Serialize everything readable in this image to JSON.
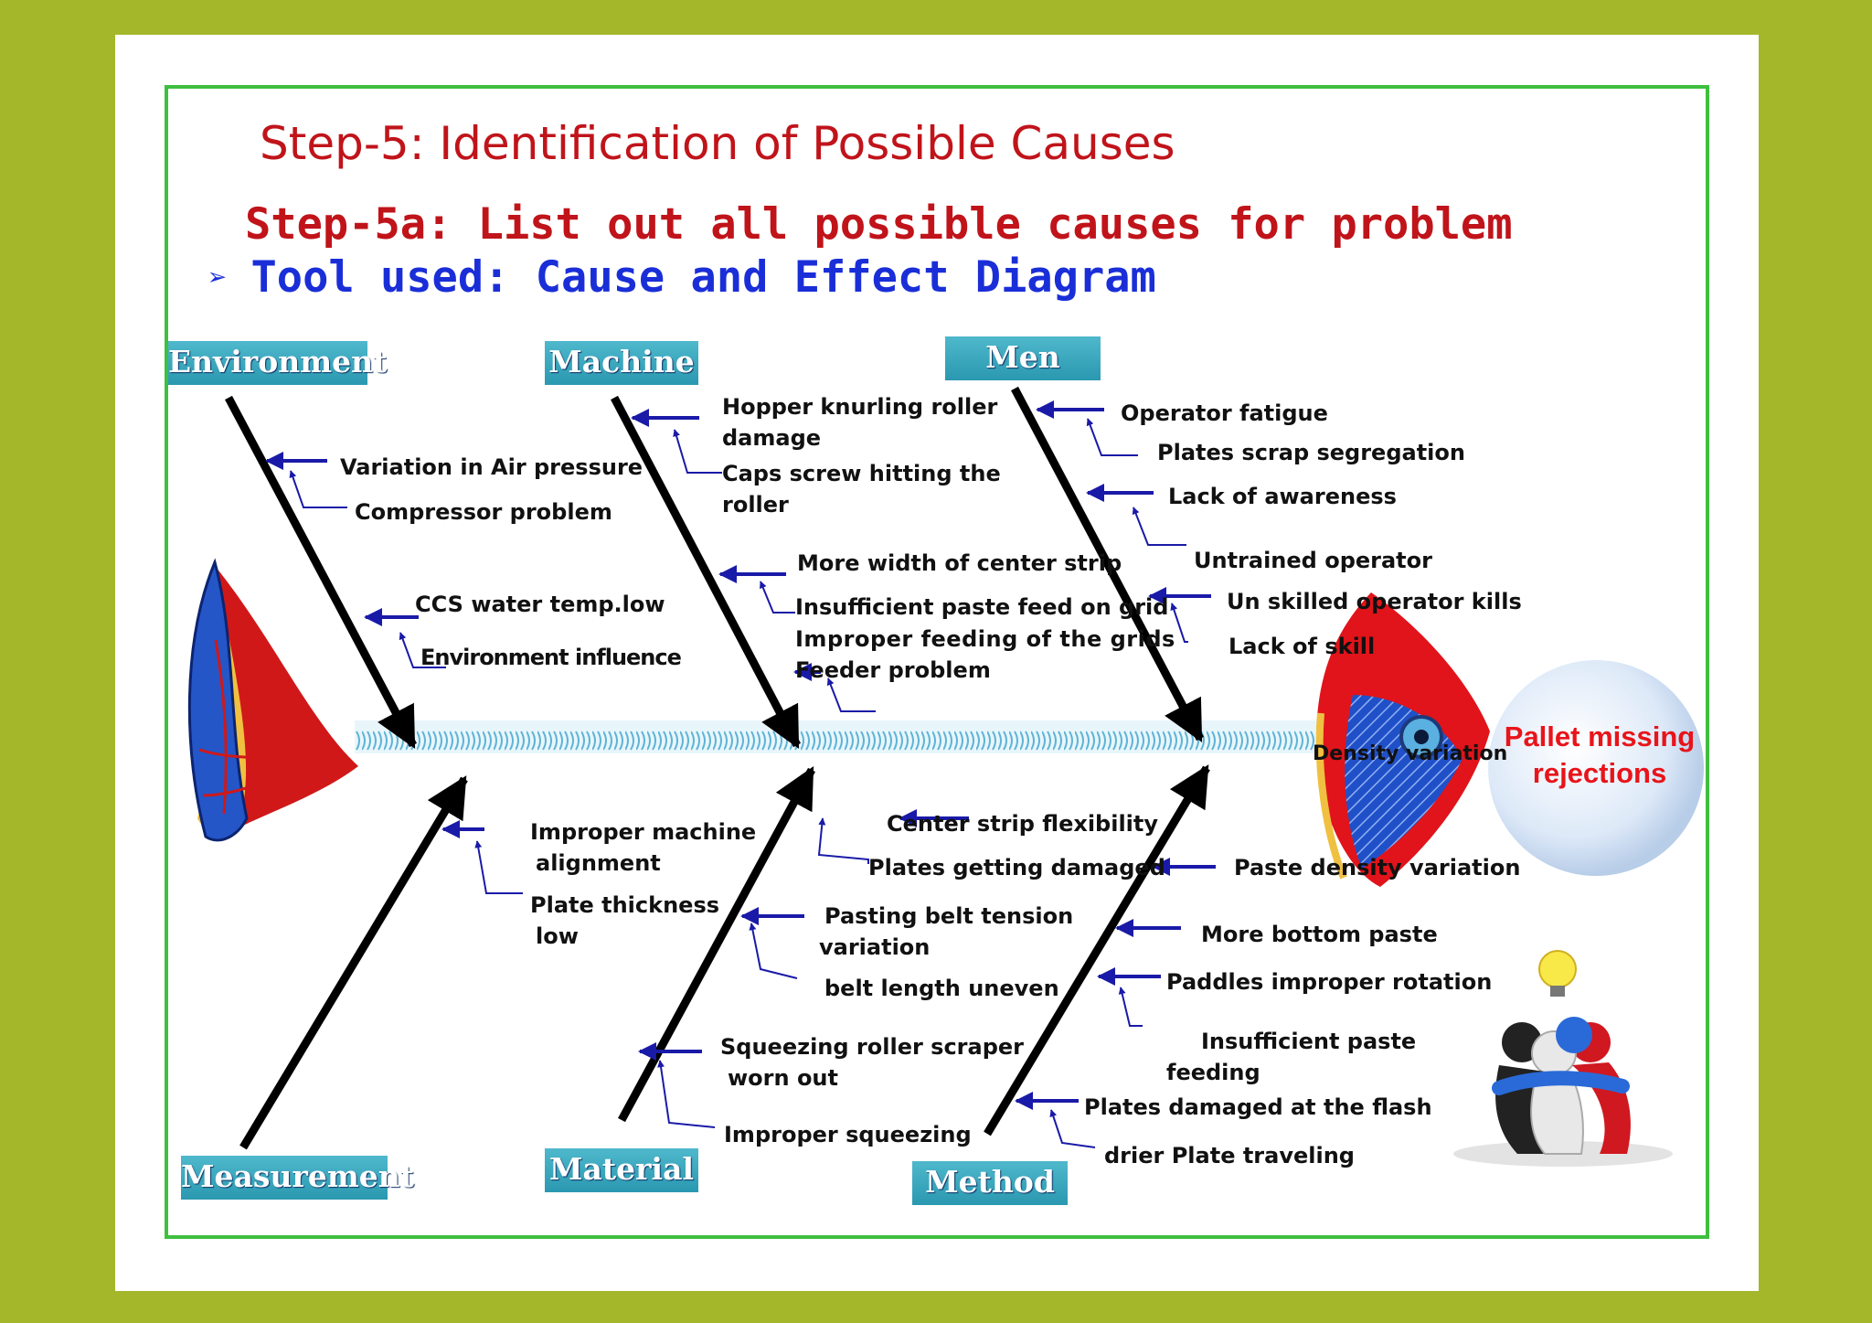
{
  "header": {
    "title": "Step-5: Identification of Possible Causes",
    "subtitle": "Step-5a: List out all possible causes for problem",
    "tool_bullet": "➢",
    "tool": "Tool used: Cause and Effect Diagram"
  },
  "effect": {
    "line1": "Pallet missing",
    "line2": "rejections"
  },
  "categories": {
    "environment": "Environment",
    "machine": "Machine",
    "men": "Men",
    "measurement": "Measurement",
    "material": "Material",
    "method": "Method"
  },
  "causes": {
    "environment": {
      "c1": "Variation in Air pressure",
      "c2": "Compressor problem",
      "c3": "CCS water temp.low",
      "c4": "Environment influence"
    },
    "machine": {
      "c1a": "Hopper knurling roller",
      "c1b": "damage",
      "c2a": "Caps screw hitting the",
      "c2b": "roller",
      "c3": "More width of center strip",
      "c4": "Insufficient paste feed on grid",
      "c5": "Improper feeding of the grids",
      "c6": "Feeder problem"
    },
    "men": {
      "c1": "Operator fatigue",
      "c2": "Plates scrap segregation",
      "c3": "Lack of awareness",
      "c4": "Untrained operator",
      "c5": "Un skilled operator kills",
      "c6": "Lack of skill",
      "c7": "Density variation"
    },
    "measurement": {
      "c1a": "Improper machine",
      "c1b": "alignment",
      "c2a": "Plate thickness",
      "c2b": "low"
    },
    "material": {
      "c1": "Center strip flexibility",
      "c2": "Plates getting damaged",
      "c3a": "Pasting belt tension",
      "c3b": "variation",
      "c4": "belt length uneven",
      "c5a": "Squeezing roller scraper",
      "c5b": "worn out",
      "c6": "Improper squeezing"
    },
    "method": {
      "c1": "Paste density variation",
      "c2": "More bottom paste",
      "c3": "Paddles improper rotation",
      "c4a": "Insufficient paste",
      "c4b": "feeding",
      "c5": "Plates damaged at the flash",
      "c6": "drier Plate traveling"
    }
  },
  "colors": {
    "background": "#a4b72a",
    "frame": "#3fbf3f",
    "title": "#c0141a",
    "tool": "#1a2ed8",
    "category_box": "#2a98b0",
    "arrow": "#1a1aa8",
    "effect_text": "#e8141a"
  },
  "icons": [
    "fish-tail-icon",
    "fish-head-icon",
    "team-lightbulb-icon"
  ]
}
